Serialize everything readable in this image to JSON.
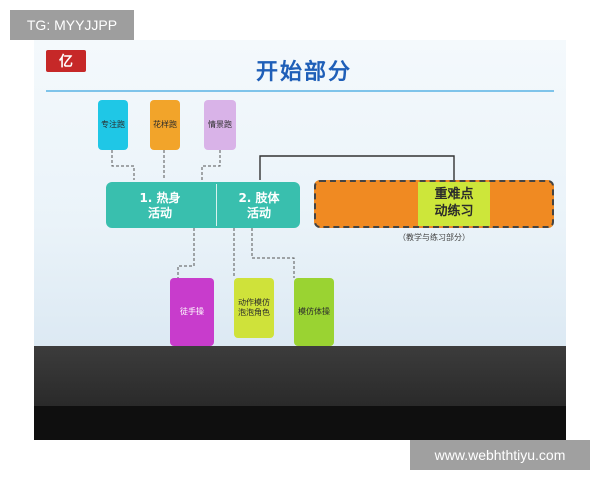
{
  "watermark_tag": "TG: MYYJJPP",
  "watermark_url": "www.webhthtiyu.com",
  "slide": {
    "logo_text": "亿",
    "title": "开始部分",
    "top_boxes": [
      "专注跑",
      "花样跑",
      "情景跑"
    ],
    "warmup_label": "1. 热身\n活动",
    "limb_label": "2. 肢体\n活动",
    "focus_label": "重难点\n动练习",
    "focus_caption": "（教学与练习部分）",
    "bottom_boxes": [
      "徒手操",
      "动作模仿\n泡泡角色",
      "模仿体操"
    ]
  }
}
